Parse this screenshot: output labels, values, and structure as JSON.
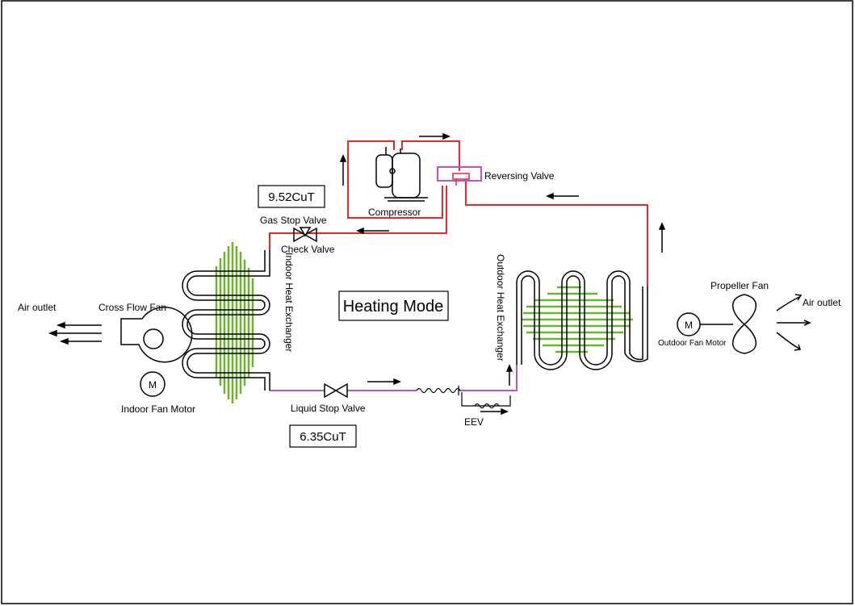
{
  "title": "Heating Mode",
  "pipe_sizes": {
    "gas": "9.52CuT",
    "liquid": "6.35CuT"
  },
  "labels": {
    "compressor": "Compressor",
    "reversing_valve": "Reversing Valve",
    "gas_stop_valve": "Gas Stop Valve",
    "check_valve": "Check Valve",
    "liquid_stop_valve": "Liquid Stop Valve",
    "eev": "EEV",
    "indoor_hx": "Indoor Heat Exchanger",
    "outdoor_hx": "Outdoor Heat Exchanger",
    "cross_flow_fan": "Cross Flow Fan",
    "indoor_fan_motor": "Indoor Fan Motor",
    "outdoor_fan_motor": "Outdoor Fan Motor",
    "propeller_fan": "Propeller Fan",
    "air_outlet_left": "Air outlet",
    "air_outlet_right": "Air outlet",
    "motor_symbol": "M"
  },
  "colors": {
    "gas_line": "#e8262d",
    "liquid_line": "#c24fc4",
    "fins": "#6ab42c",
    "outline": "#000000"
  }
}
